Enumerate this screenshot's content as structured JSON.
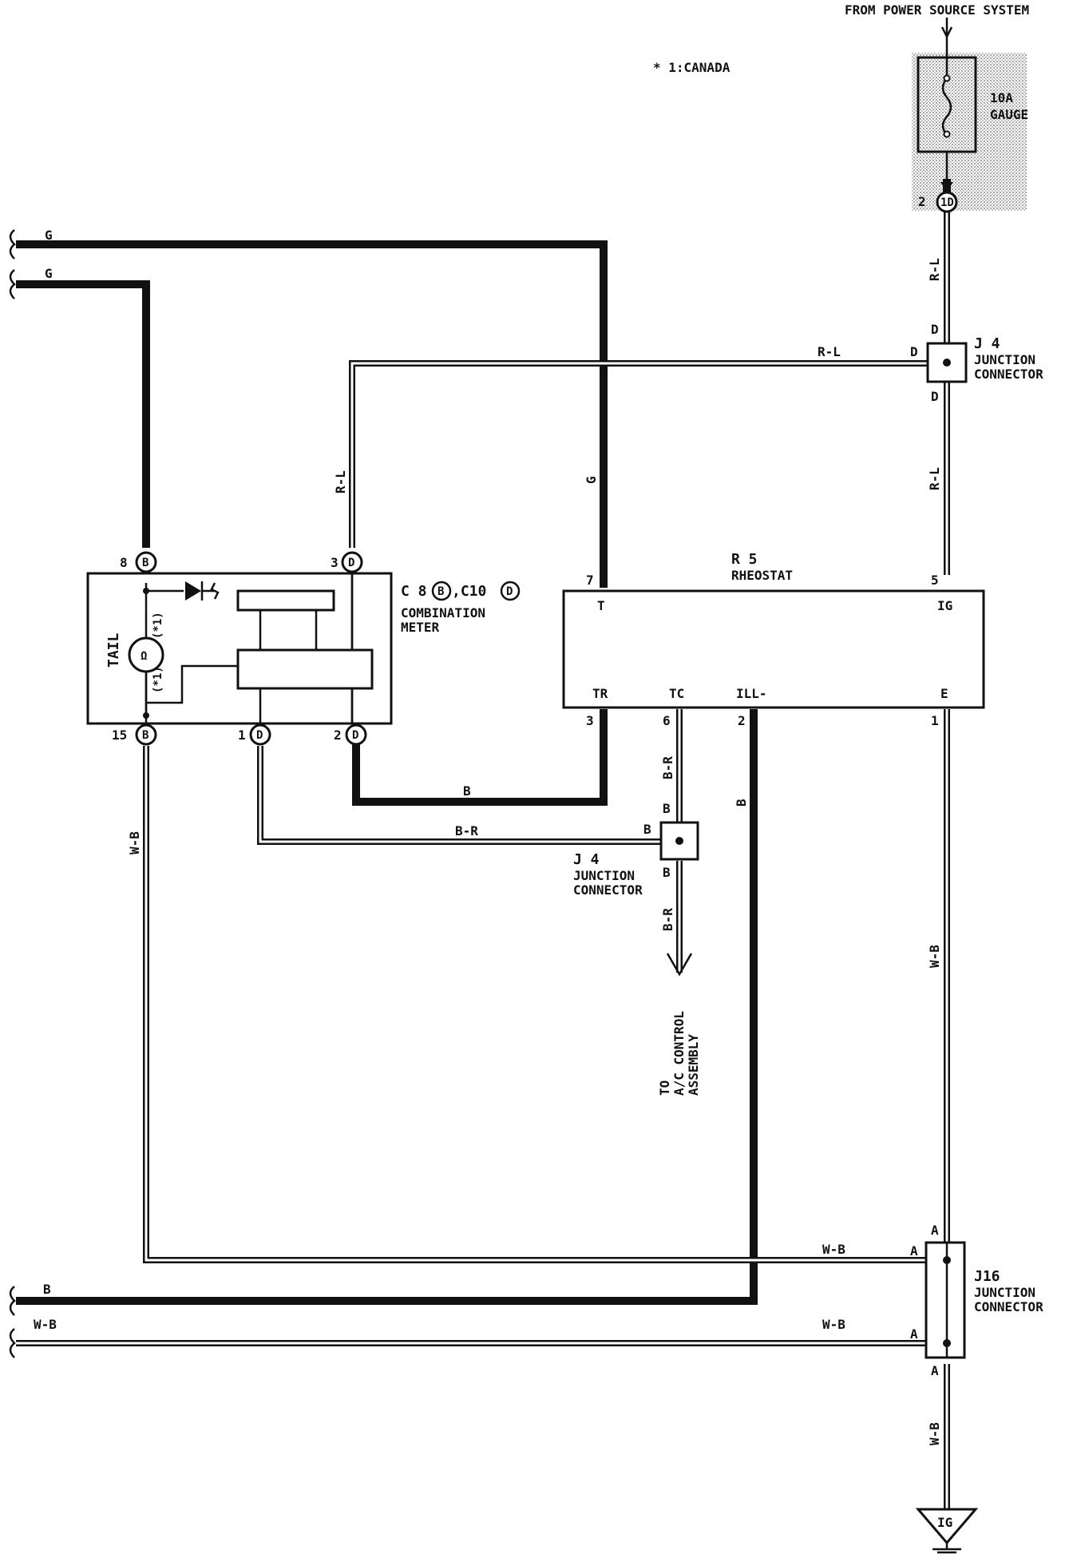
{
  "header": {
    "from_power": "FROM POWER SOURCE SYSTEM",
    "note": "* 1:CANADA"
  },
  "fuse": {
    "rating": "10A",
    "name": "GAUGE",
    "pin": "2",
    "connector": "1D"
  },
  "wires": {
    "g_top": "G",
    "g_second": "G",
    "g_vertical": "G",
    "rl_top": "R-L",
    "rl_left": "R-L",
    "rl_mid": "R-L",
    "rl_lower": "R-L",
    "b_bottom_meter": "B",
    "b_ill": "B",
    "b_left": "B",
    "br_horizontal": "B-R",
    "br_tc": "B-R",
    "br_down": "B-R",
    "wb_left": "W-B",
    "wb_right": "W-B",
    "wb_j16_upper": "W-B",
    "wb_j16_lower": "W-B",
    "wb_left_bottom": "W-B",
    "wb_ground": "W-B"
  },
  "j4_top": {
    "name": "J 4",
    "type": "JUNCTION",
    "type2": "CONNECTOR",
    "pin_top": "D",
    "pin_left": "D",
    "pin_bottom": "D"
  },
  "j4_bottom": {
    "name": "J 4",
    "type": "JUNCTION",
    "type2": "CONNECTOR",
    "pin_top": "B",
    "pin_left": "B",
    "pin_bottom": "B"
  },
  "j16": {
    "name": "J16",
    "type": "JUNCTION",
    "type2": "CONNECTOR",
    "pin_top": "A",
    "pin_upper_left": "A",
    "pin_lower_left": "A",
    "pin_bottom": "A"
  },
  "meter": {
    "label_prefix": "C 8",
    "label_b": "B",
    "label_c10": ",C10",
    "label_d": "D",
    "name1": "COMBINATION",
    "name2": "METER",
    "tail": "TAIL",
    "e1_left": "(*1)",
    "e1_right": "(*1)",
    "pins": {
      "p8": "8",
      "p8c": "B",
      "p3": "3",
      "p3c": "D",
      "p15": "15",
      "p15c": "B",
      "p1": "1",
      "p1c": "D",
      "p2": "2",
      "p2c": "D"
    }
  },
  "rheostat": {
    "code": "R 5",
    "name": "RHEOSTAT",
    "t": "T",
    "ig": "IG",
    "tr": "TR",
    "tc": "TC",
    "ill": "ILL-",
    "e": "E",
    "pin7": "7",
    "pin5": "5",
    "pin3": "3",
    "pin6": "6",
    "pin2": "2",
    "pin1": "1"
  },
  "ac": {
    "line1": "TO",
    "line2": "A/C CONTROL",
    "line3": "ASSEMBLY"
  },
  "ground": {
    "label": "IG"
  }
}
